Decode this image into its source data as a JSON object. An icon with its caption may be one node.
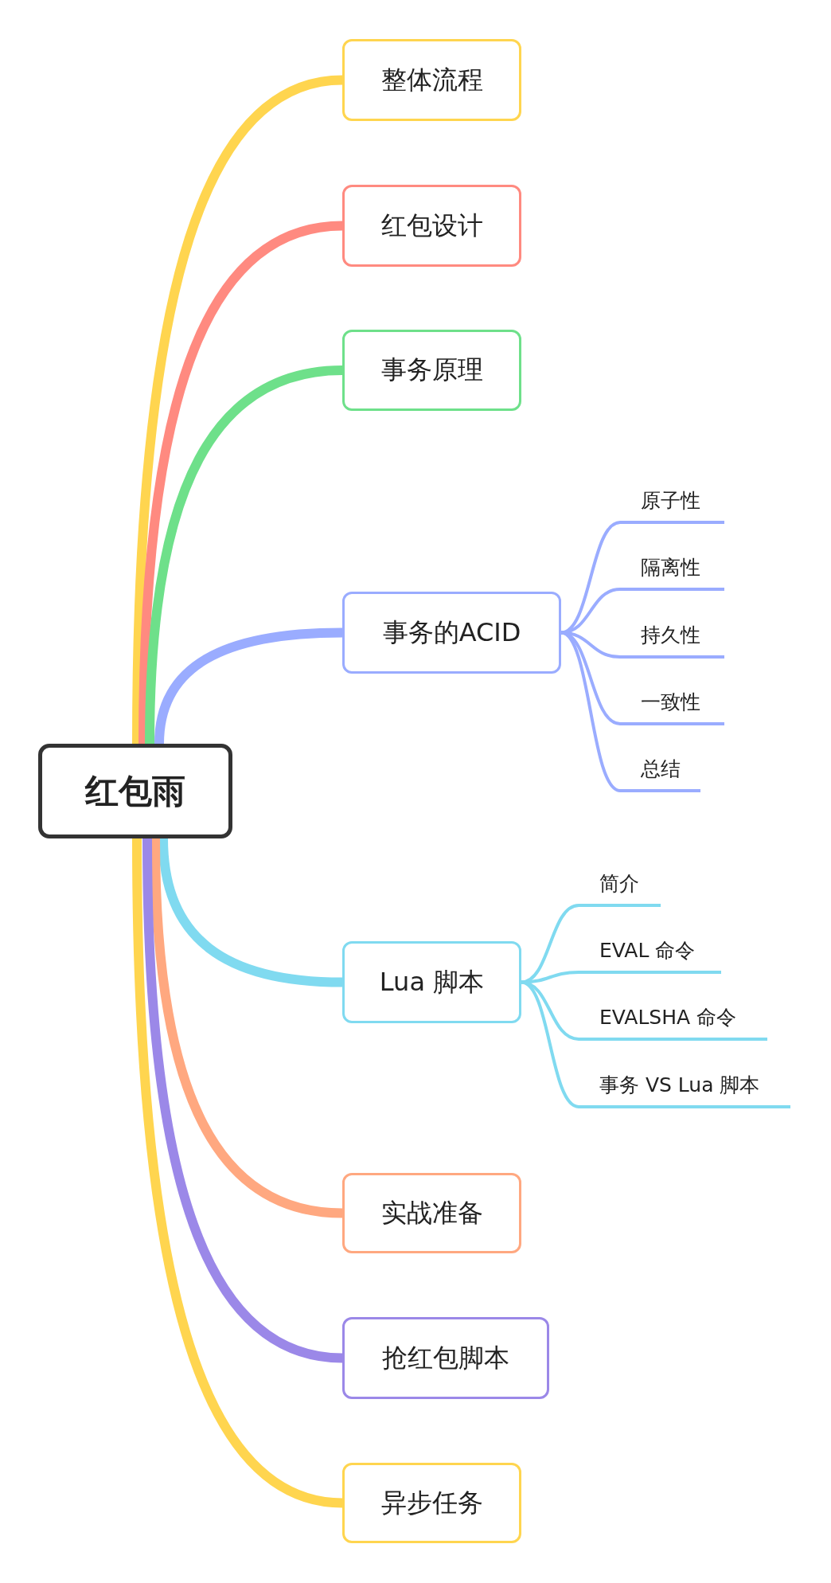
{
  "diagram": {
    "nodes": [
      {
        "text": [
          "红包雨"
        ]
      },
      {
        "text": [
          "整体流程"
        ]
      },
      {
        "text": [
          "红包设计"
        ]
      },
      {
        "text": [
          "事务原理"
        ]
      },
      {
        "text": [
          "事务的ACID"
        ]
      },
      {
        "text": [
          "原子性"
        ]
      },
      {
        "text": [
          "隔离性"
        ]
      },
      {
        "text": [
          "持久性"
        ]
      },
      {
        "text": [
          "一致性"
        ]
      },
      {
        "text": [
          "总结"
        ]
      },
      {
        "text": [
          "Lua 脚本"
        ]
      },
      {
        "text": [
          "简介"
        ]
      },
      {
        "text": [
          "EVAL 命令"
        ]
      },
      {
        "text": [
          "EVALSHA 命令"
        ]
      },
      {
        "text": [
          "事务 VS Lua 脚本"
        ]
      },
      {
        "text": [
          "实战准备"
        ]
      },
      {
        "text": [
          "抢红包脚本"
        ]
      },
      {
        "text": [
          "异步任务"
        ]
      }
    ],
    "edges": [
      {
        "from": 0,
        "to": 1,
        "arrow": "none",
        "style": "thick",
        "color": "#ffd54f"
      },
      {
        "from": 0,
        "to": 2,
        "arrow": "none",
        "style": "thick",
        "color": "#ff8a80"
      },
      {
        "from": 0,
        "to": 3,
        "arrow": "none",
        "style": "thick",
        "color": "#6ee08a"
      },
      {
        "from": 0,
        "to": 4,
        "arrow": "none",
        "style": "thick",
        "color": "#9aacff"
      },
      {
        "from": 4,
        "to": 5,
        "arrow": "none",
        "color": "#9aacff"
      },
      {
        "from": 4,
        "to": 6,
        "arrow": "none",
        "color": "#9aacff"
      },
      {
        "from": 4,
        "to": 7,
        "arrow": "none",
        "color": "#9aacff"
      },
      {
        "from": 4,
        "to": 8,
        "arrow": "none",
        "color": "#9aacff"
      },
      {
        "from": 4,
        "to": 9,
        "arrow": "none",
        "color": "#9aacff"
      },
      {
        "from": 0,
        "to": 10,
        "arrow": "none",
        "style": "thick",
        "color": "#80daf0"
      },
      {
        "from": 10,
        "to": 11,
        "arrow": "none",
        "color": "#80daf0"
      },
      {
        "from": 10,
        "to": 12,
        "arrow": "none",
        "color": "#80daf0"
      },
      {
        "from": 10,
        "to": 13,
        "arrow": "none",
        "color": "#80daf0"
      },
      {
        "from": 10,
        "to": 14,
        "arrow": "none",
        "color": "#80daf0"
      },
      {
        "from": 0,
        "to": 15,
        "arrow": "none",
        "style": "thick",
        "color": "#ffa880"
      },
      {
        "from": 0,
        "to": 16,
        "arrow": "none",
        "style": "thick",
        "color": "#9b88e8"
      },
      {
        "from": 0,
        "to": 17,
        "arrow": "none",
        "style": "thick",
        "color": "#ffd54f"
      }
    ]
  }
}
